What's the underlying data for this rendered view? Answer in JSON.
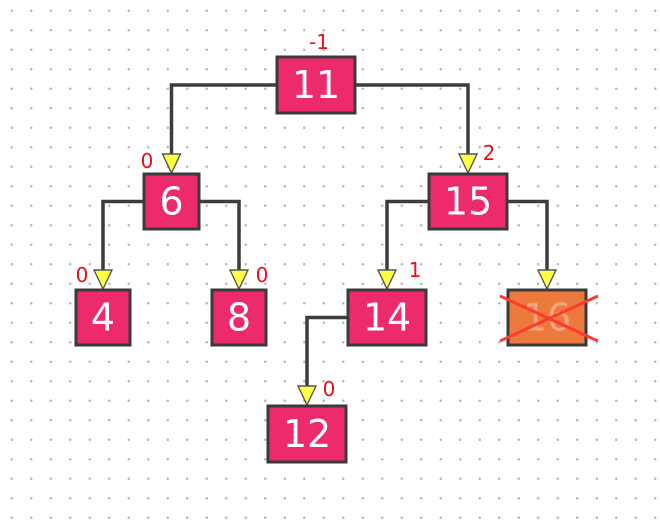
{
  "colors": {
    "node_fill": "#ee2a6e",
    "deleted_fill": "#ec7a3c",
    "edge": "#3c3c3c",
    "arrow_fill": "#ffff44",
    "cross": "#ff3b30",
    "balance_text": "#e8101a"
  },
  "nodes": [
    {
      "id": "n11",
      "value": "11",
      "balance": "-1"
    },
    {
      "id": "n6",
      "value": "6",
      "balance": "0"
    },
    {
      "id": "n15",
      "value": "15",
      "balance": "2"
    },
    {
      "id": "n4",
      "value": "4",
      "balance": "0"
    },
    {
      "id": "n8",
      "value": "8",
      "balance": "0"
    },
    {
      "id": "n14",
      "value": "14",
      "balance": "1"
    },
    {
      "id": "n16",
      "value": "16",
      "balance": "",
      "deleted": true
    },
    {
      "id": "n12",
      "value": "12",
      "balance": "0"
    }
  ],
  "edges": [
    {
      "from": "n11",
      "to": "n6"
    },
    {
      "from": "n11",
      "to": "n15"
    },
    {
      "from": "n6",
      "to": "n4"
    },
    {
      "from": "n6",
      "to": "n8"
    },
    {
      "from": "n15",
      "to": "n14"
    },
    {
      "from": "n15",
      "to": "n16"
    },
    {
      "from": "n14",
      "to": "n12"
    }
  ]
}
